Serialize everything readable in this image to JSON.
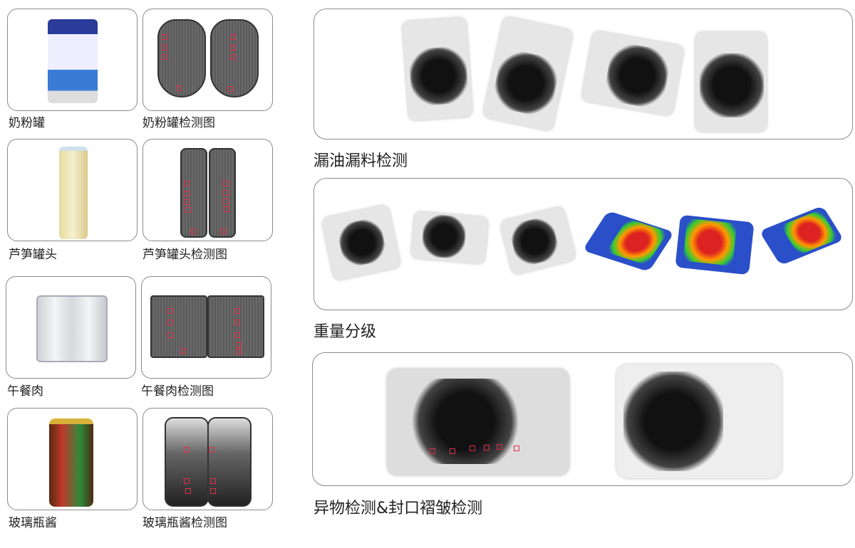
{
  "left_items": [
    {
      "label": "奶粉罐",
      "xray_label": "奶粉罐检测图"
    },
    {
      "label": "芦笋罐头",
      "xray_label": "芦笋罐头检测图"
    },
    {
      "label": "午餐肉",
      "xray_label": "午餐肉检测图"
    },
    {
      "label": "玻璃瓶酱",
      "xray_label": "玻璃瓶酱检测图"
    }
  ],
  "panels": [
    {
      "label": "漏油漏料检测"
    },
    {
      "label": "重量分级"
    },
    {
      "label": "异物检测&封口褶皱检测"
    }
  ]
}
